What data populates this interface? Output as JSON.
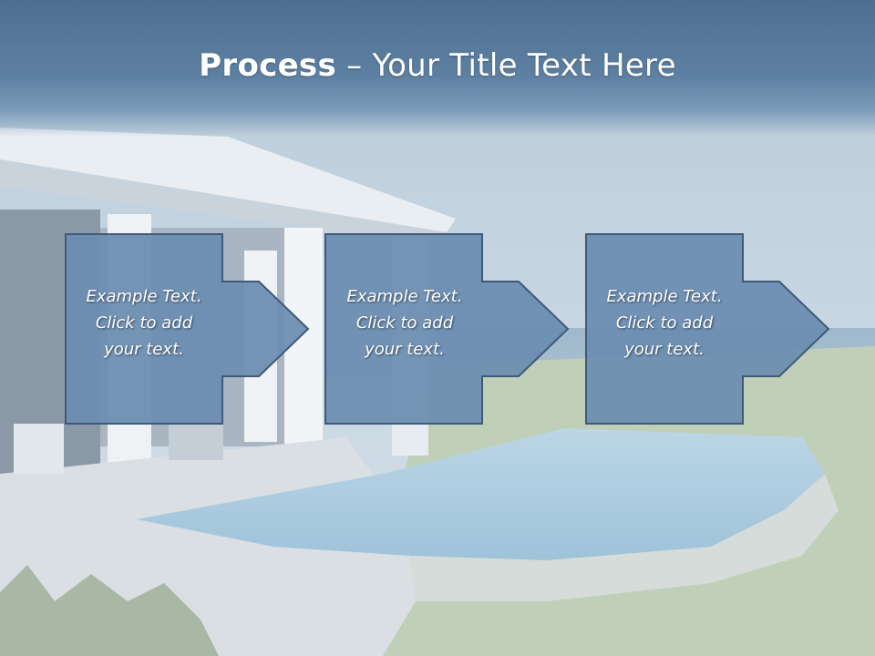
{
  "slide": {
    "title_bold": "Process",
    "title_rest": " – Your Title Text Here",
    "steps": [
      {
        "line1": "Example Text.",
        "line2": "Click  to add",
        "line3": "your text."
      },
      {
        "line1": "Example Text.",
        "line2": "Click  to add",
        "line3": "your text."
      },
      {
        "line1": "Example Text.",
        "line2": "Click  to add",
        "line3": "your text."
      }
    ]
  },
  "colors": {
    "title_band": "#5d80a2",
    "box_fill": "#6b8db0",
    "box_stroke": "#3e5a78",
    "title_text": "#ffffff"
  }
}
